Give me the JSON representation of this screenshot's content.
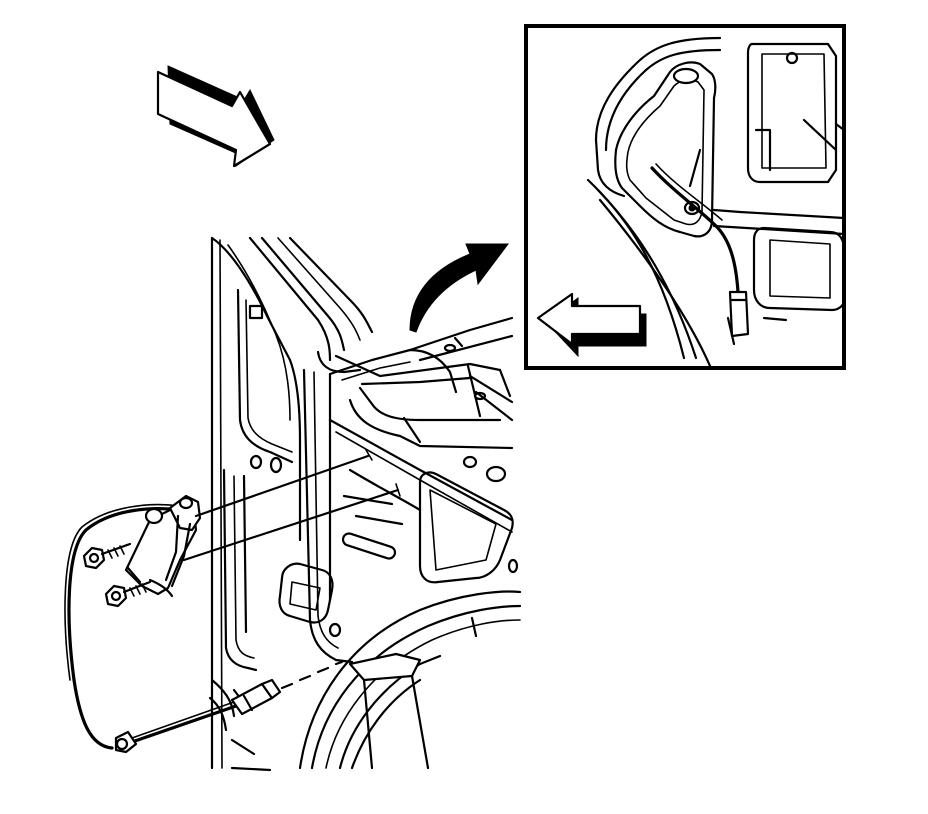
{
  "figure": {
    "type": "technical-line-illustration",
    "colors": {
      "ink": "#000000",
      "paper": "#ffffff"
    },
    "parts": [
      "direction-arrow-main",
      "body-panel",
      "wheelhouse-arch",
      "antenna-cable",
      "cable-bracket",
      "bracket-bolt-upper",
      "bracket-bolt-lower",
      "cable-connector",
      "routing-arrow",
      "detail-inset",
      "inset-direction-arrow"
    ]
  }
}
